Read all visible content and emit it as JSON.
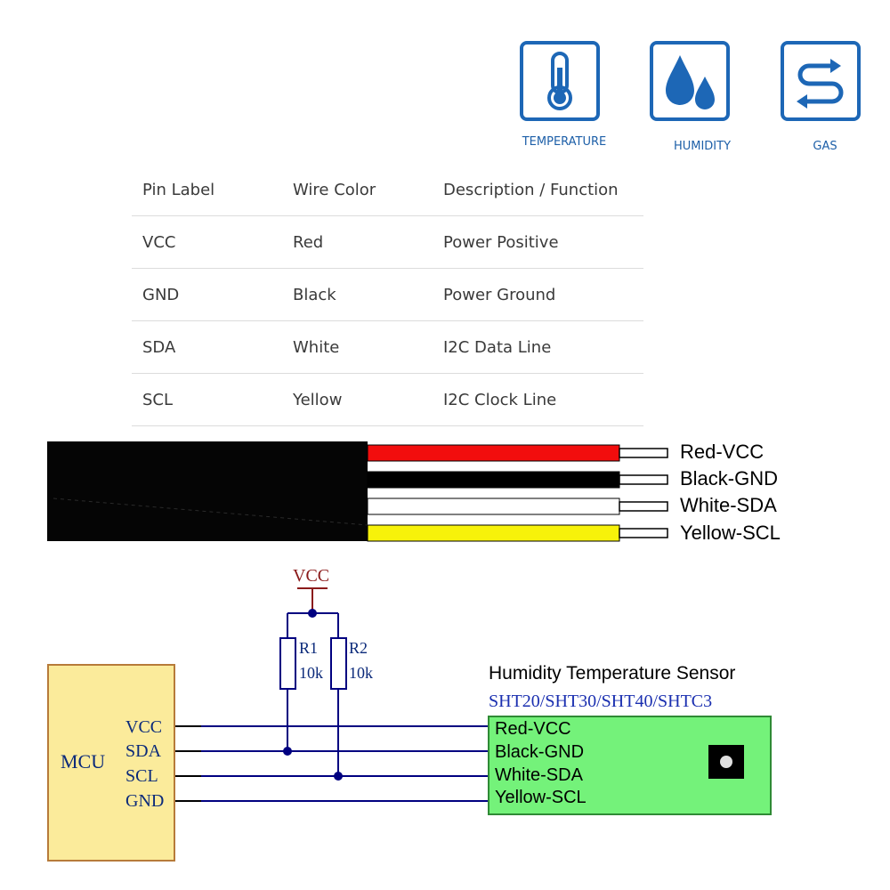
{
  "icons": [
    {
      "name": "thermometer-icon",
      "label": "TEMPERATURE"
    },
    {
      "name": "water-drops-icon",
      "label": "HUMIDITY"
    },
    {
      "name": "gas-flow-icon",
      "label": "GAS"
    }
  ],
  "table": {
    "headers": [
      "Pin Label",
      "Wire Color",
      "Description / Function"
    ],
    "rows": [
      [
        "VCC",
        "Red",
        "Power Positive"
      ],
      [
        "GND",
        "Black",
        "Power Ground"
      ],
      [
        "SDA",
        "White",
        "I2C Data Line"
      ],
      [
        "SCL",
        "Yellow",
        "I2C Clock Line"
      ]
    ]
  },
  "cable": {
    "wires": [
      {
        "label": "Red-VCC",
        "color": "#f20d0d"
      },
      {
        "label": "Black-GND",
        "color": "#000000"
      },
      {
        "label": "White-SDA",
        "color": "#ffffff"
      },
      {
        "label": "Yellow-SCL",
        "color": "#f7f20a"
      }
    ]
  },
  "schematic": {
    "vcc": "VCC",
    "mcu": {
      "title": "MCU",
      "pins": [
        "VCC",
        "SDA",
        "SCL",
        "GND"
      ]
    },
    "resistors": [
      {
        "name": "R1",
        "value": "10k"
      },
      {
        "name": "R2",
        "value": "10k"
      }
    ],
    "sensor": {
      "title": "Humidity Temperature Sensor",
      "model": "SHT20/SHT30/SHT40/SHTC3",
      "pins": [
        "Red-VCC",
        "Black-GND",
        "White-SDA",
        "Yellow-SCL"
      ]
    },
    "colors": {
      "wire": "#000080",
      "mcu_fill": "#fbeb9b",
      "sensor_fill": "#74f27a"
    }
  }
}
